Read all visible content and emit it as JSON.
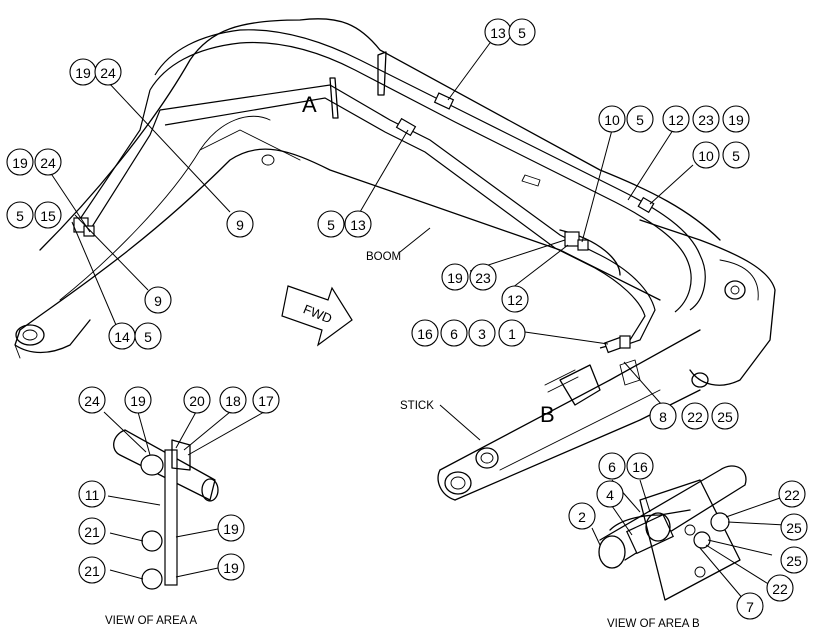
{
  "colors": {
    "ink": "#000000",
    "paper": "#ffffff"
  },
  "labels": {
    "boom": "BOOM",
    "stick": "STICK",
    "fwd": "FWD",
    "area_a": "A",
    "area_b": "B",
    "view_a": "VIEW OF AREA A",
    "view_b": "VIEW OF AREA B"
  },
  "callouts": [
    {
      "id": "c1",
      "text": "13"
    },
    {
      "id": "c2",
      "text": "5"
    },
    {
      "id": "c3",
      "text": "19"
    },
    {
      "id": "c4",
      "text": "24"
    },
    {
      "id": "c5",
      "text": "19"
    },
    {
      "id": "c6",
      "text": "24"
    },
    {
      "id": "c7",
      "text": "5"
    },
    {
      "id": "c8",
      "text": "15"
    },
    {
      "id": "c9",
      "text": "9"
    },
    {
      "id": "c10",
      "text": "9"
    },
    {
      "id": "c11",
      "text": "14"
    },
    {
      "id": "c12",
      "text": "5"
    },
    {
      "id": "c13",
      "text": "5"
    },
    {
      "id": "c14",
      "text": "13"
    },
    {
      "id": "c15",
      "text": "10"
    },
    {
      "id": "c16",
      "text": "5"
    },
    {
      "id": "c17",
      "text": "12"
    },
    {
      "id": "c18",
      "text": "23"
    },
    {
      "id": "c19",
      "text": "19"
    },
    {
      "id": "c20",
      "text": "10"
    },
    {
      "id": "c21",
      "text": "5"
    },
    {
      "id": "c22",
      "text": "19"
    },
    {
      "id": "c23",
      "text": "23"
    },
    {
      "id": "c24",
      "text": "12"
    },
    {
      "id": "c25",
      "text": "16"
    },
    {
      "id": "c26",
      "text": "6"
    },
    {
      "id": "c27",
      "text": "3"
    },
    {
      "id": "c28",
      "text": "1"
    },
    {
      "id": "c29",
      "text": "8"
    },
    {
      "id": "c30",
      "text": "22"
    },
    {
      "id": "c31",
      "text": "25"
    },
    {
      "id": "c32",
      "text": "24"
    },
    {
      "id": "c33",
      "text": "19"
    },
    {
      "id": "c34",
      "text": "20"
    },
    {
      "id": "c35",
      "text": "18"
    },
    {
      "id": "c36",
      "text": "17"
    },
    {
      "id": "c37",
      "text": "11"
    },
    {
      "id": "c38",
      "text": "21"
    },
    {
      "id": "c39",
      "text": "19"
    },
    {
      "id": "c40",
      "text": "21"
    },
    {
      "id": "c41",
      "text": "19"
    },
    {
      "id": "c42",
      "text": "6"
    },
    {
      "id": "c43",
      "text": "16"
    },
    {
      "id": "c44",
      "text": "4"
    },
    {
      "id": "c45",
      "text": "2"
    },
    {
      "id": "c46",
      "text": "22"
    },
    {
      "id": "c47",
      "text": "25"
    },
    {
      "id": "c48",
      "text": "25"
    },
    {
      "id": "c49",
      "text": "22"
    },
    {
      "id": "c50",
      "text": "7"
    }
  ]
}
